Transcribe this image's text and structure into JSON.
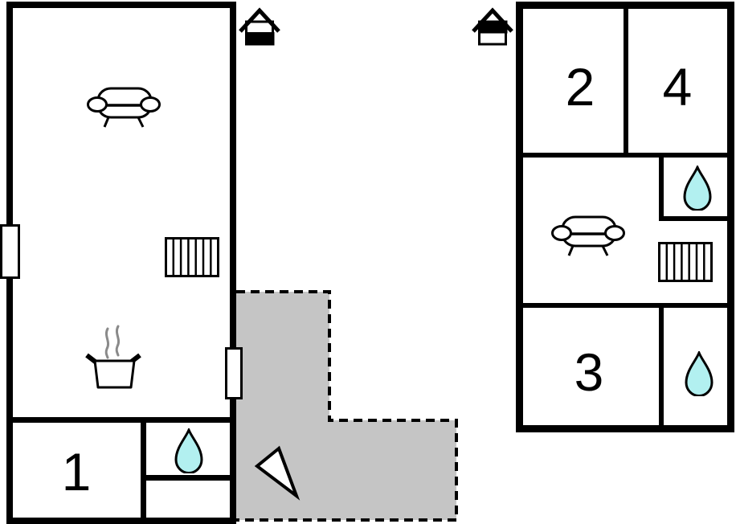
{
  "colors": {
    "wall": "#000000",
    "terrace_fill": "#c5c5c5",
    "water_drop": "#b2f0f0",
    "steam": "#8a8a8a",
    "door_window_fill": "#ffffff"
  },
  "ground_floor_plan": {
    "floor_icon": "house-lower-half-filled",
    "room_1": {
      "number": "1"
    },
    "features": {
      "living_area": [
        "sofa",
        "radiator",
        "cooking-pot-with-steam"
      ],
      "bathroom": [
        "water-drop"
      ],
      "openings": [
        "window-on-left-wall",
        "door-to-terrace"
      ],
      "terrace": [
        "gray-fill",
        "dashed-outline",
        "direction-arrow"
      ]
    }
  },
  "upper_floor_plan": {
    "floor_icon": "house-upper-half-filled",
    "room_2": {
      "number": "2"
    },
    "room_3": {
      "number": "3"
    },
    "room_4": {
      "number": "4"
    },
    "features": {
      "lounge_area": [
        "sofa",
        "radiator"
      ],
      "bathroom_upper": [
        "water-drop"
      ],
      "bathroom_lower": [
        "water-drop"
      ]
    }
  }
}
